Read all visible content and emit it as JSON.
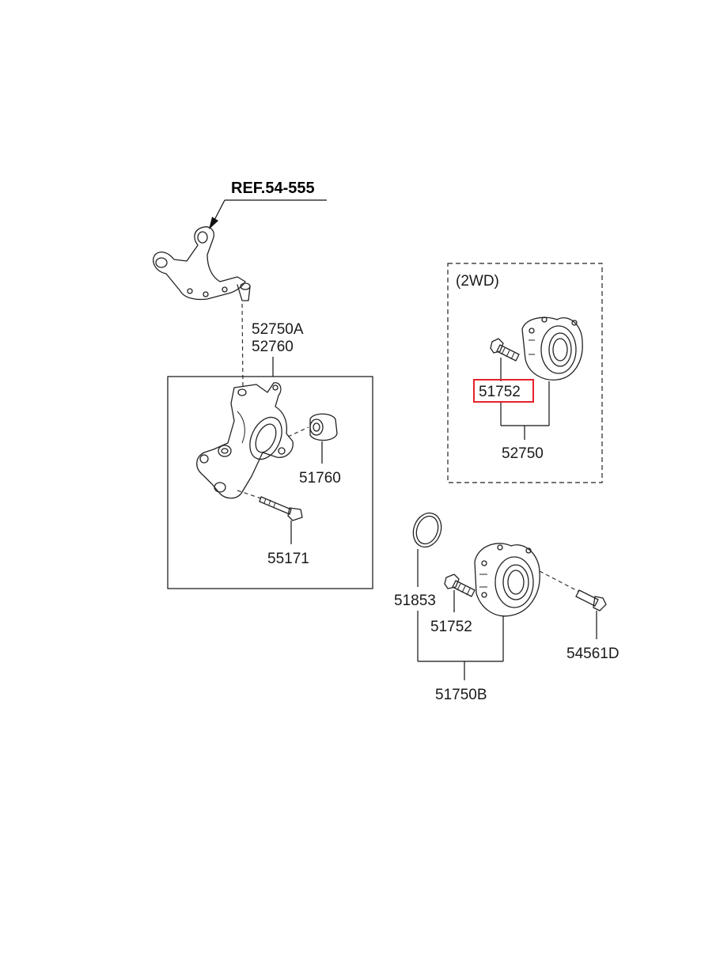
{
  "diagram": {
    "ref_label": "REF.54-555",
    "variant_label": "(2WD)",
    "labels": {
      "knuckle_a": "52750A",
      "knuckle_b": "52760",
      "bushing": "51760",
      "bolt_knuckle": "55171",
      "hub_bolt_2wd": "51752",
      "hub_assy_2wd": "52750",
      "o_ring": "51853",
      "hub_bolt": "51752",
      "hub_assy": "51750B",
      "flange_bolt": "54561D"
    },
    "highlighted_part": "51752",
    "colors": {
      "highlight": "#e8202a",
      "line": "#222222"
    }
  }
}
